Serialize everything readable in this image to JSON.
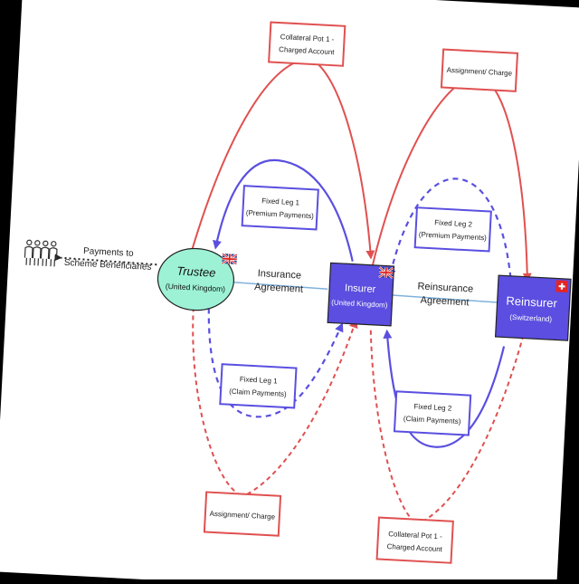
{
  "colors": {
    "red": "#e05050",
    "blue": "#5a4fe0",
    "node_purple": "#5b4ee0",
    "trustee_fill": "#9df2d6",
    "agreement_line": "#7fb2dc"
  },
  "nodes": {
    "trustee": {
      "title": "Trustee",
      "subtitle": "(United Kingdom)",
      "flag": "uk-flag-icon"
    },
    "insurer": {
      "title": "Insurer",
      "subtitle": "(United Kingdom)",
      "flag": "uk-flag-icon"
    },
    "reinsurer": {
      "title": "Reinsurer",
      "subtitle": "(Switzerland)",
      "flag": "swiss-flag-icon"
    }
  },
  "boxes": {
    "collateral_pot_1_top": {
      "line1": "Collateral Pot 1 -",
      "line2": "Charged Account"
    },
    "assignment_charge_top": {
      "line1": "Assignment/ Charge"
    },
    "fixed_leg_1_premium": {
      "line1": "Fixed Leg 1",
      "line2": "(Premium Payments)"
    },
    "fixed_leg_2_premium": {
      "line1": "Fixed Leg 2",
      "line2": "(Premium Payments)"
    },
    "fixed_leg_1_claim": {
      "line1": "Fixed Leg 1",
      "line2": "(Claim Payments)"
    },
    "fixed_leg_2_claim": {
      "line1": "Fixed Leg 2",
      "line2": "(Claim Payments)"
    },
    "assignment_charge_bottom": {
      "line1": "Assignment/ Charge"
    },
    "collateral_pot_1_bottom": {
      "line1": "Collateral Pot 1 -",
      "line2": "Charged Account"
    }
  },
  "labels": {
    "insurance_agreement": {
      "line1": "Insurance",
      "line2": "Agreement"
    },
    "reinsurance_agreement": {
      "line1": "Reinsurance",
      "line2": "Agreement"
    },
    "payments_to_beneficiaries": {
      "line1": "Payments to",
      "line2": "Scheme Beneficiaries"
    }
  },
  "beneficiaries_icon": "people-group-icon"
}
